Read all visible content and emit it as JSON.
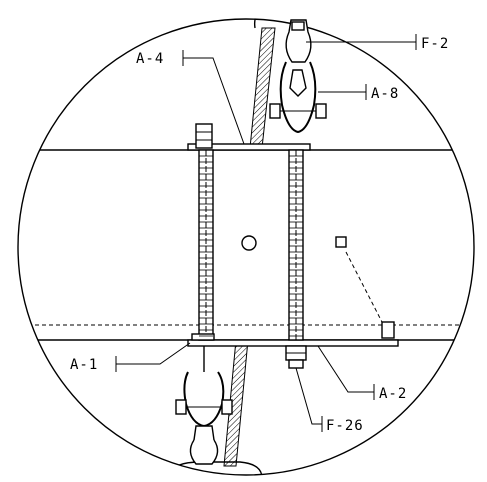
{
  "callouts": {
    "f2": "F-2",
    "a4": "A-4",
    "a8": "A-8",
    "a1": "A-1",
    "a2": "A-2",
    "f26": "F-26"
  },
  "colors": {
    "line": "#000000",
    "background": "#ffffff"
  }
}
